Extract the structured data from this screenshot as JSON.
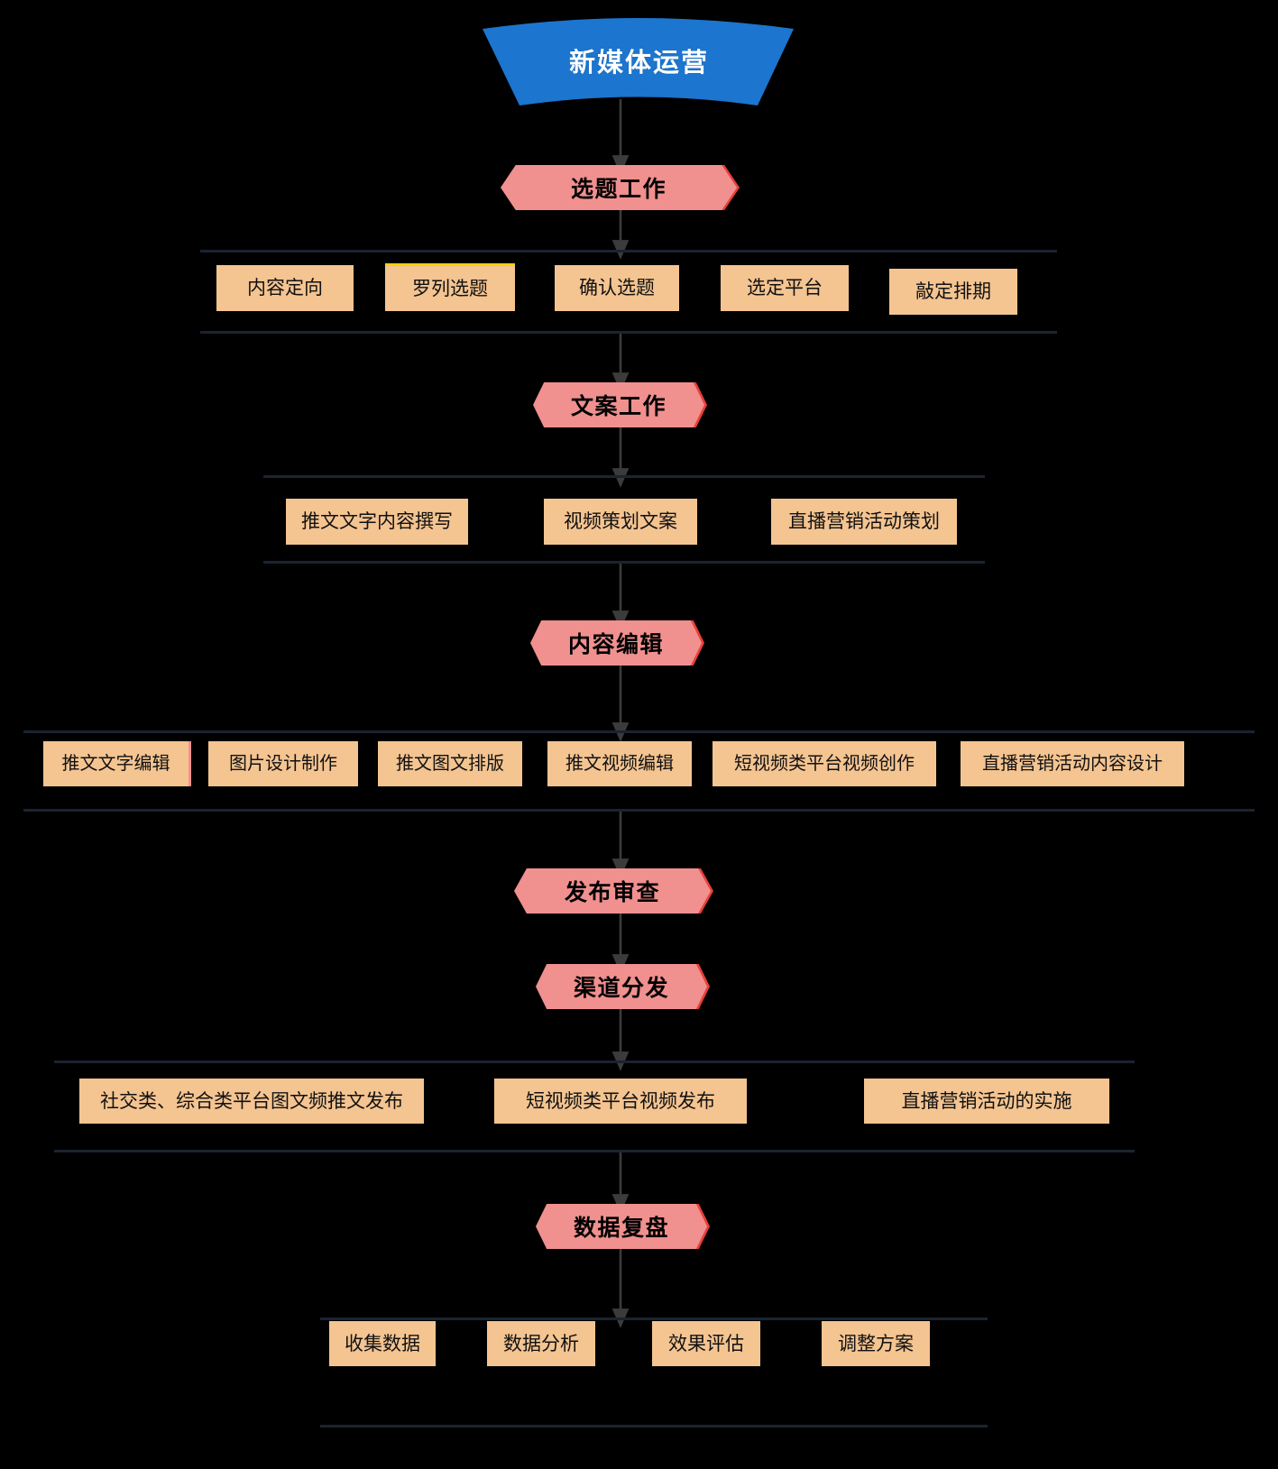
{
  "diagram": {
    "title": "新媒体运营",
    "type": "flowchart",
    "colors": {
      "banner": "#1C75CE",
      "stage_fill": "#F0908F",
      "stage_edge": "#E8403A",
      "task_fill": "#F4C491",
      "rule": "#1B2430",
      "arrow": "#3B3B3B",
      "background": "#000000",
      "highlight_top": "#F6D20A"
    },
    "banner": {
      "label": "新媒体运营"
    },
    "stages": [
      {
        "id": "stage-topic",
        "label": "选题工作",
        "tasks": [
          {
            "label": "内容定向",
            "highlight": "none"
          },
          {
            "label": "罗列选题",
            "highlight": "top"
          },
          {
            "label": "确认选题",
            "highlight": "none"
          },
          {
            "label": "选定平台",
            "highlight": "none"
          },
          {
            "label": "敲定排期",
            "highlight": "none"
          }
        ]
      },
      {
        "id": "stage-copywriting",
        "label": "文案工作",
        "tasks": [
          {
            "label": "推文文字内容撰写",
            "highlight": "none"
          },
          {
            "label": "视频策划文案",
            "highlight": "none"
          },
          {
            "label": "直播营销活动策划",
            "highlight": "none"
          }
        ]
      },
      {
        "id": "stage-editing",
        "label": "内容编辑",
        "tasks": [
          {
            "label": "推文文字编辑",
            "highlight": "right"
          },
          {
            "label": "图片设计制作",
            "highlight": "none"
          },
          {
            "label": "推文图文排版",
            "highlight": "none"
          },
          {
            "label": "推文视频编辑",
            "highlight": "none"
          },
          {
            "label": "短视频类平台视频创作",
            "highlight": "none"
          },
          {
            "label": "直播营销活动内容设计",
            "highlight": "none"
          }
        ]
      },
      {
        "id": "stage-review",
        "label": "发布审查",
        "tasks": []
      },
      {
        "id": "stage-distribution",
        "label": "渠道分发",
        "tasks": [
          {
            "label": "社交类、综合类平台图文频推文发布",
            "highlight": "none"
          },
          {
            "label": "短视频类平台视频发布",
            "highlight": "none"
          },
          {
            "label": "直播营销活动的实施",
            "highlight": "none"
          }
        ]
      },
      {
        "id": "stage-analysis",
        "label": "数据复盘",
        "tasks": [
          {
            "label": "收集数据",
            "highlight": "none"
          },
          {
            "label": "数据分析",
            "highlight": "none"
          },
          {
            "label": "效果评估",
            "highlight": "none"
          },
          {
            "label": "调整方案",
            "highlight": "none"
          }
        ]
      }
    ]
  }
}
